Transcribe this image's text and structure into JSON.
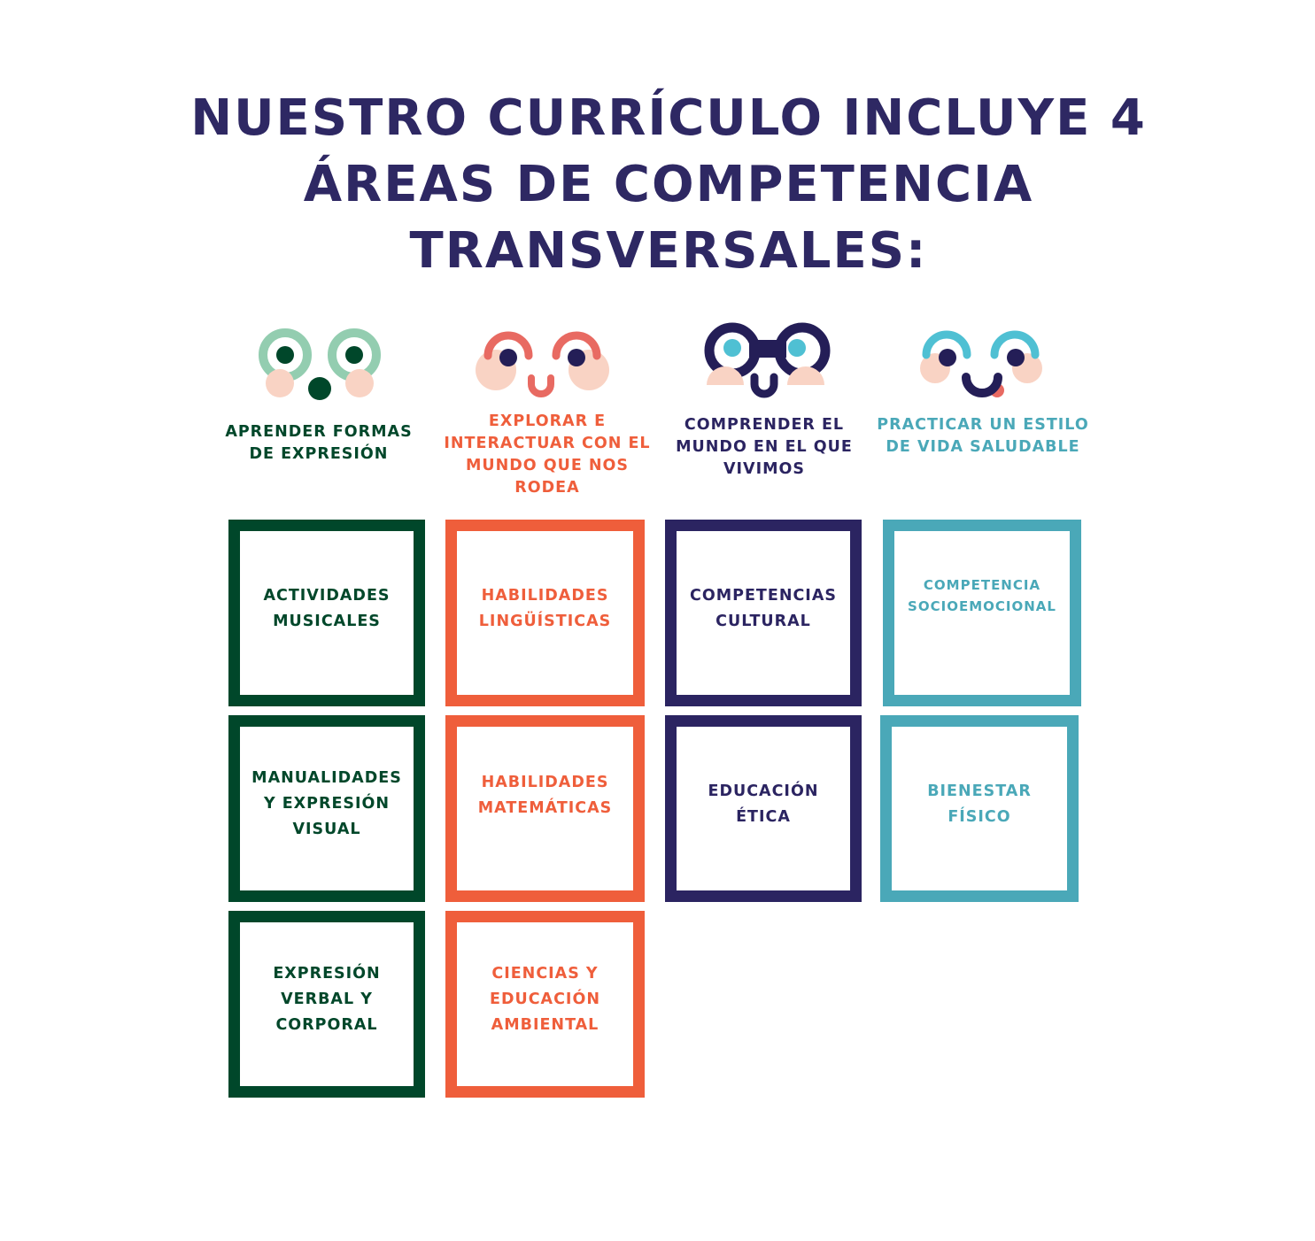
{
  "title": [
    "NUESTRO CURRÍCULO INCLUYE 4",
    "ÁREAS DE COMPETENCIA",
    "TRANSVERSALES:"
  ],
  "colors": {
    "title": "#2e2863",
    "green": "#00472a",
    "orange": "#ef5e3b",
    "navy": "#2b2461",
    "teal": "#4aa8b8"
  },
  "areas": [
    {
      "label": "APRENDER FORMAS DE EXPRESIÓN",
      "icon": "surprised-face-icon",
      "items": [
        "ACTIVIDADES MUSICALES",
        "MANUALIDADES Y EXPRESIÓN VISUAL",
        "EXPRESIÓN VERBAL Y CORPORAL"
      ]
    },
    {
      "label": "EXPLORAR E INTERACTUAR CON EL MUNDO QUE NOS RODEA",
      "icon": "happy-face-icon",
      "items": [
        "HABILIDADES LINGÜÍSTICAS",
        "HABILIDADES MATEMÁTICAS",
        "CIENCIAS Y EDUCACIÓN AMBIENTAL"
      ]
    },
    {
      "label": "COMPRENDER EL MUNDO EN EL QUE VIVIMOS",
      "icon": "glasses-face-icon",
      "items": [
        "COMPETENCIAS CULTURAL",
        "EDUCACIÓN ÉTICA"
      ]
    },
    {
      "label": "PRACTICAR UN ESTILO DE VIDA SALUDABLE",
      "icon": "tongue-face-icon",
      "items": [
        "COMPETENCIA SOCIOEMOCIONAL",
        "BIENESTAR FÍSICO"
      ]
    }
  ]
}
